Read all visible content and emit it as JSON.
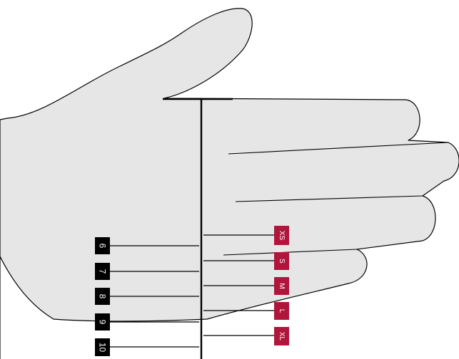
{
  "diagram": {
    "colors": {
      "hand_fill": "#e6e6e6",
      "outline": "#000000",
      "size_box": "#000000",
      "letter_box": "#b0153b",
      "label_text": "#ffffff"
    },
    "numeric_sizes": [
      "6",
      "7",
      "8",
      "9",
      "10"
    ],
    "letter_sizes": [
      "XS",
      "S",
      "M",
      "L",
      "XL"
    ]
  }
}
